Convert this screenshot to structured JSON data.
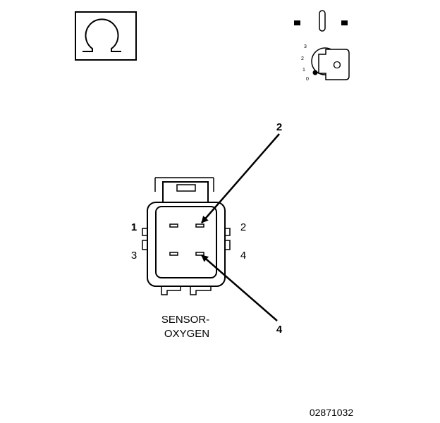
{
  "icons": {
    "ohmmeter": "ohm-symbol-icon",
    "ignition": "ignition-key-icon"
  },
  "ignition": {
    "positions": [
      "3",
      "2",
      "1",
      "0"
    ],
    "key_letter": "O"
  },
  "connector": {
    "name_line1": "SENSOR-",
    "name_line2": "OXYGEN",
    "pin_labels": {
      "p1": "1",
      "p2": "2",
      "p3": "3",
      "p4": "4"
    }
  },
  "callouts": {
    "top": "2",
    "bottom": "4"
  },
  "figure_id": "02871032"
}
